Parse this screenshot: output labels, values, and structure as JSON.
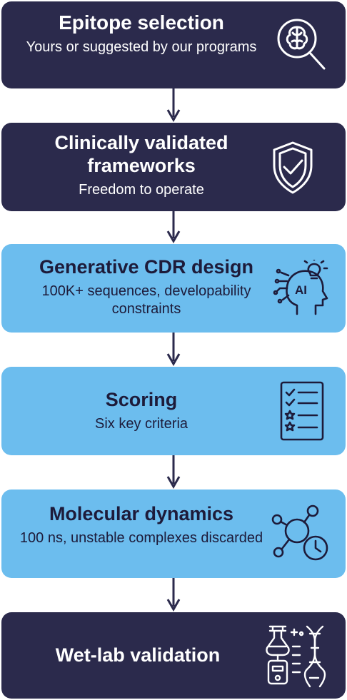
{
  "steps": [
    {
      "title": "Epitope selection",
      "subtitle": "Yours or suggested by our programs",
      "icon": "brain-magnifier-icon"
    },
    {
      "title": "Clinically validated frameworks",
      "subtitle": "Freedom to operate",
      "icon": "shield-check-icon"
    },
    {
      "title": "Generative CDR design",
      "subtitle": "100K+ sequences, developability constraints",
      "icon": "ai-head-lightbulb-icon"
    },
    {
      "title": "Scoring",
      "subtitle": "Six key criteria",
      "icon": "checklist-icon"
    },
    {
      "title": "Molecular dynamics",
      "subtitle": "100 ns, unstable complexes discarded",
      "icon": "molecule-clock-icon"
    },
    {
      "title": "Wet-lab validation",
      "subtitle": "",
      "icon": "lab-dna-icon"
    }
  ],
  "colors": {
    "dark": "#2b2a4c",
    "light": "#6cbdee",
    "arrow": "#2b2a4c"
  }
}
